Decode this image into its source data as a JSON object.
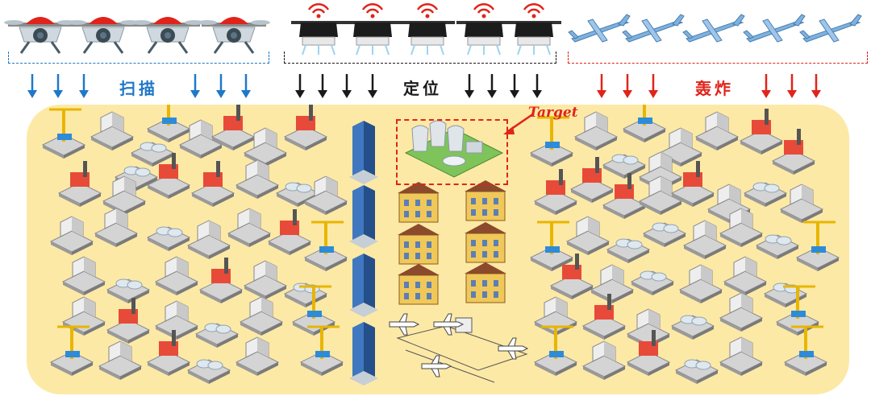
{
  "groups": [
    {
      "label": "扫描",
      "color": "#1f78c8",
      "drone_type": "quadcopter-scout",
      "count": 4
    },
    {
      "label": "定位",
      "color": "#1a1a1a",
      "drone_type": "signal-drone",
      "count": 5
    },
    {
      "label": "轰炸",
      "color": "#e0241b",
      "drone_type": "fixed-wing-uav",
      "count": 5
    }
  ],
  "target": {
    "label": "Target",
    "color": "#e0241b",
    "icon": "power-plant-icon"
  },
  "city": {
    "background": "#fde9a6",
    "icons": [
      "factory-icon",
      "crane-icon",
      "office-tower-icon",
      "apartment-icon",
      "airport-icon",
      "warehouse-icon"
    ]
  }
}
